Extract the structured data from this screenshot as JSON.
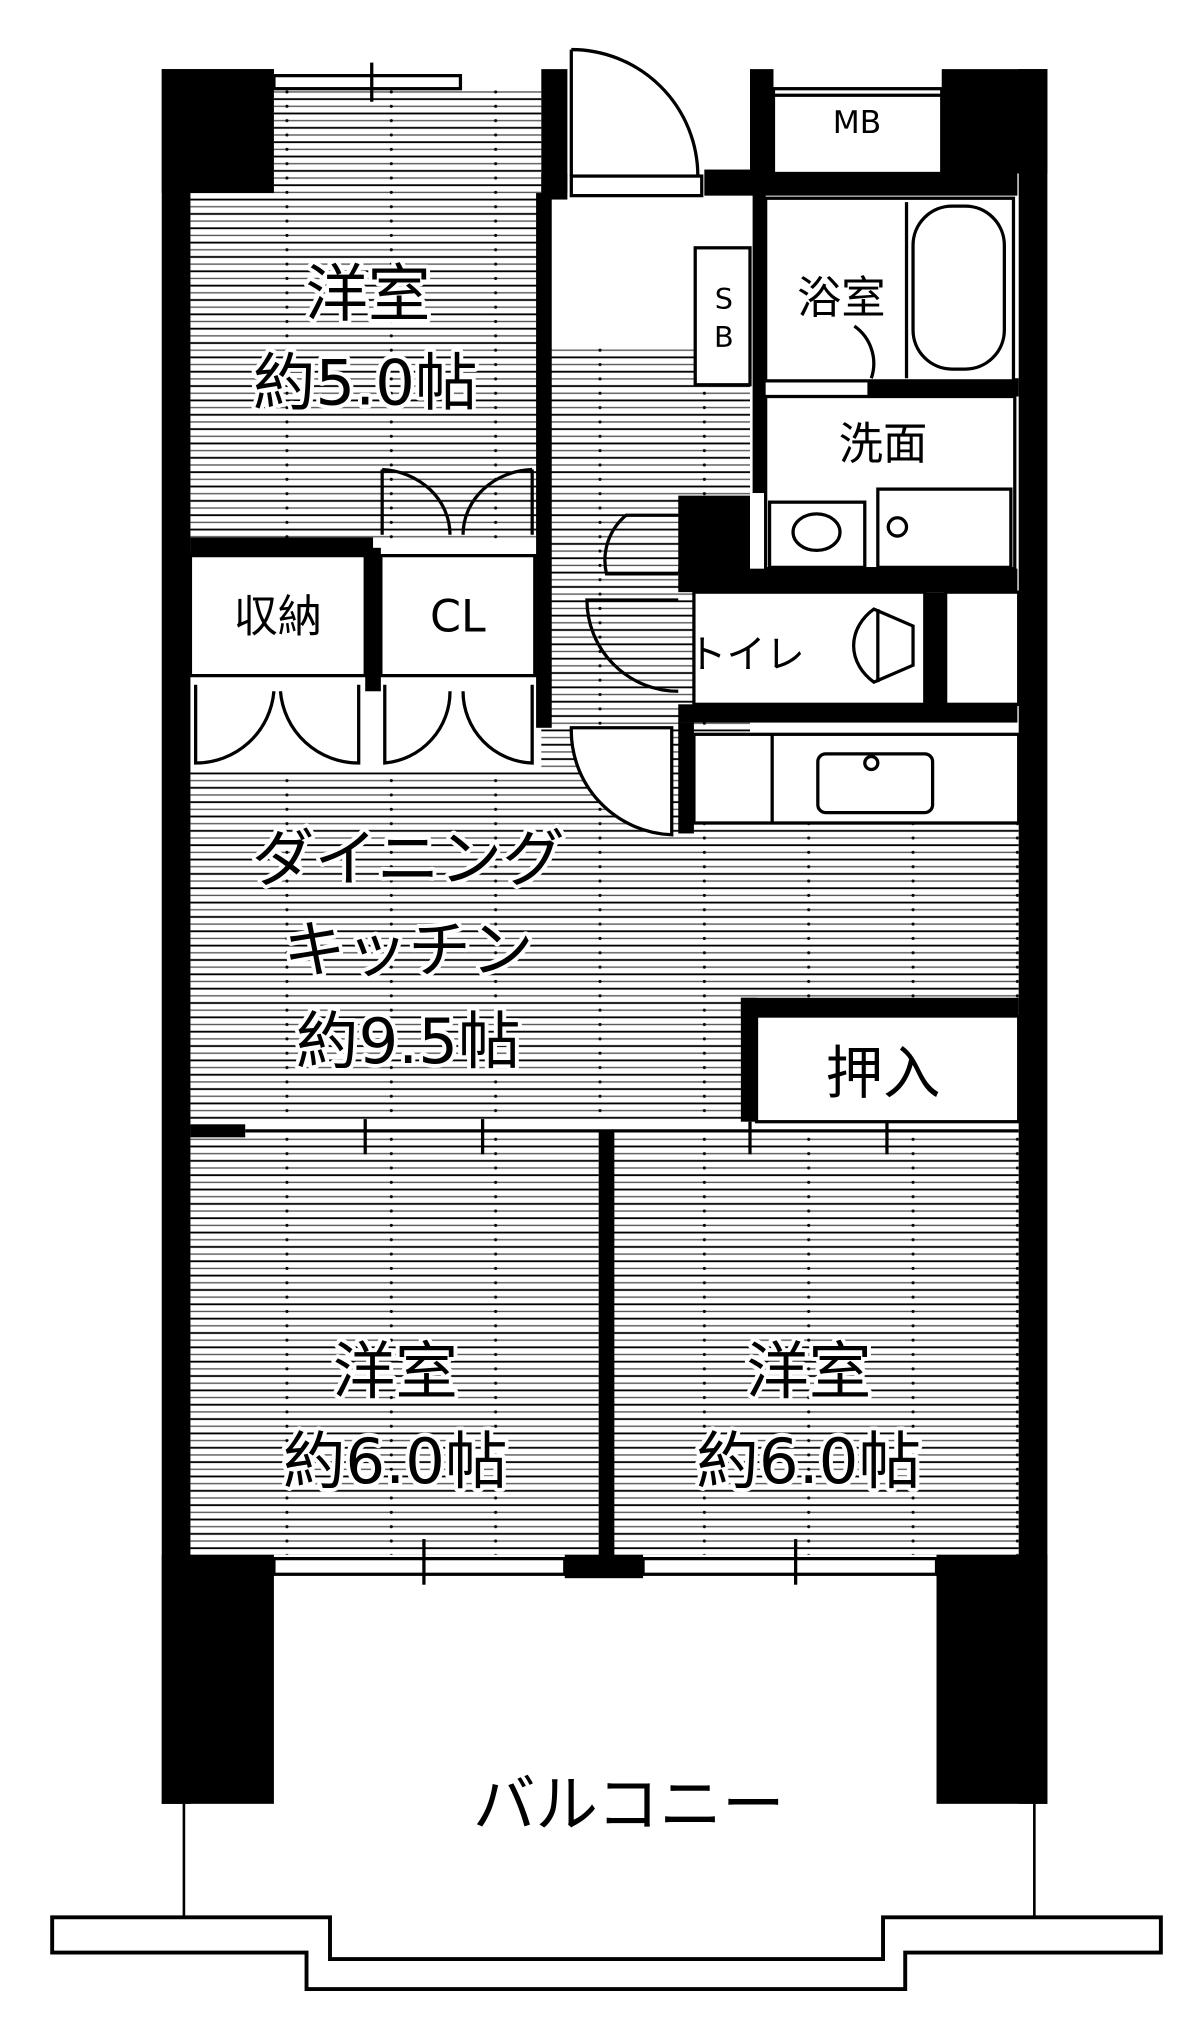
{
  "floorplan": {
    "rooms": {
      "western_room_north": {
        "name": "洋室",
        "size": "約5.0帖"
      },
      "storage": {
        "name": "収納"
      },
      "closet": {
        "name": "CL"
      },
      "dining_kitchen": {
        "line1": "ダイニング",
        "line2": "キッチン",
        "size": "約9.5帖"
      },
      "oshiire": {
        "name": "押入"
      },
      "western_room_sw": {
        "name": "洋室",
        "size": "約6.0帖"
      },
      "western_room_se": {
        "name": "洋室",
        "size": "約6.0帖"
      },
      "meter_box": {
        "name": "MB"
      },
      "shoe_box": {
        "line1": "S",
        "line2": "B"
      },
      "bathroom": {
        "name": "浴室"
      },
      "washroom": {
        "name": "洗面"
      },
      "toilet": {
        "name": "トイレ"
      },
      "balcony": {
        "name": "バルコニー"
      }
    },
    "colors": {
      "wall": "#000000",
      "floor_line": "#000000",
      "background": "#ffffff"
    }
  }
}
